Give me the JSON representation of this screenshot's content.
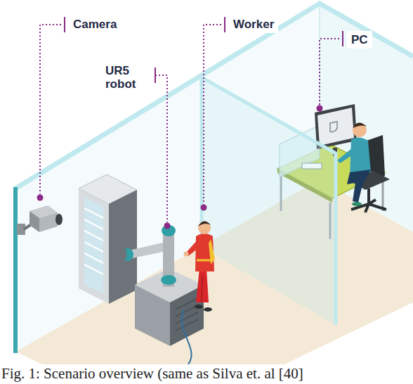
{
  "diagram": {
    "caption": "Fig. 1: Scenario overview (same as Silva et. al [40]",
    "labels": [
      "Camera",
      "UR5 robot",
      "Worker",
      "PC"
    ]
  }
}
